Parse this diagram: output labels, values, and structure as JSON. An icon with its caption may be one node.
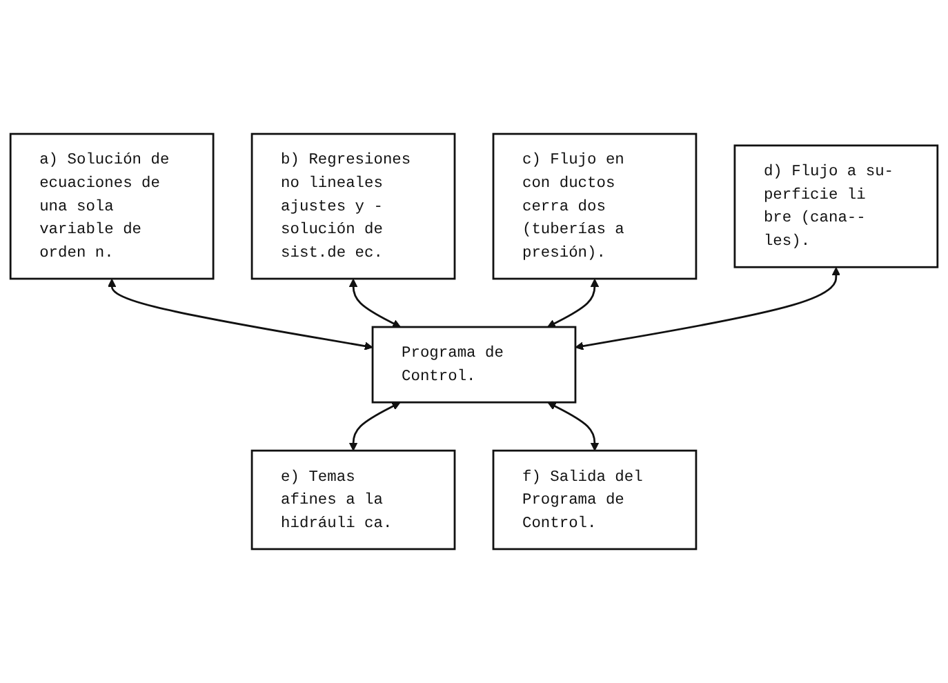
{
  "diagram": {
    "nodes": [
      {
        "text": [
          "a) Solución de ecuaciones de una sola variable de orden n."
        ]
      },
      {
        "text": [
          "b) Regresiones no lineales ajustes y - solución de sist.de ec."
        ]
      },
      {
        "text": [
          "c) Flujo en con ductos cerra dos (tuberías a presión)."
        ]
      },
      {
        "text": [
          "d) Flujo a su- perficie li bre (cana-- les)."
        ]
      },
      {
        "text": [
          "Programa de Control."
        ]
      },
      {
        "text": [
          "e) Temas afines a la hidráuli ca."
        ]
      },
      {
        "text": [
          "f) Salida del Programa de Control."
        ]
      }
    ],
    "edges": [
      {
        "from": 0,
        "to": 4,
        "arrow": "both"
      },
      {
        "from": 1,
        "to": 4,
        "arrow": "both"
      },
      {
        "from": 2,
        "to": 4,
        "arrow": "both"
      },
      {
        "from": 3,
        "to": 4,
        "arrow": "both"
      },
      {
        "from": 4,
        "to": 5,
        "arrow": "both"
      },
      {
        "from": 4,
        "to": 6,
        "arrow": "both"
      }
    ]
  }
}
